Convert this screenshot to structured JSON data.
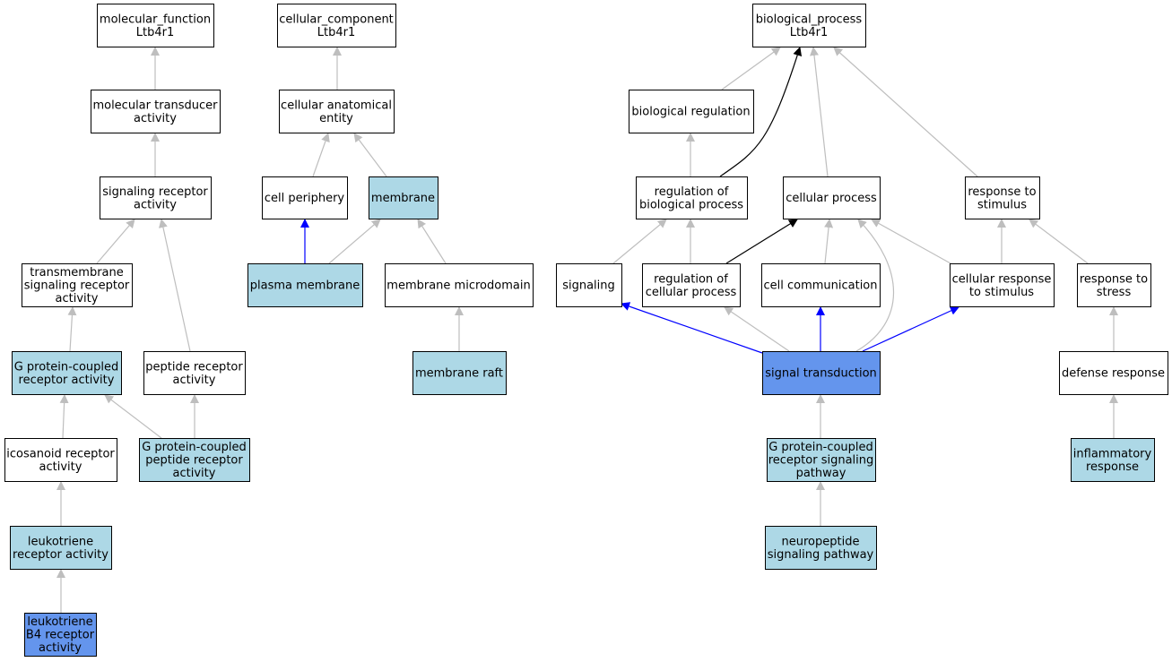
{
  "colors": {
    "plain": "#ffffff",
    "highlight": "#add8e6",
    "primary": "#6495ed",
    "edge_gray": "#bebebe",
    "edge_black": "#000000",
    "edge_blue": "#0000ff"
  },
  "nodes": {
    "mf_root": {
      "lines": [
        "molecular_function",
        "Ltb4r1"
      ],
      "style": "plain"
    },
    "mol_transducer": {
      "lines": [
        "molecular transducer",
        "activity"
      ],
      "style": "plain"
    },
    "sig_receptor": {
      "lines": [
        "signaling receptor",
        "activity"
      ],
      "style": "plain"
    },
    "tm_sig_receptor": {
      "lines": [
        "transmembrane",
        "signaling receptor",
        "activity"
      ],
      "style": "plain"
    },
    "gpcr_activity": {
      "lines": [
        "G protein-coupled",
        "receptor activity"
      ],
      "style": "highlight"
    },
    "peptide_receptor": {
      "lines": [
        "peptide receptor",
        "activity"
      ],
      "style": "plain"
    },
    "icosanoid_receptor": {
      "lines": [
        "icosanoid receptor",
        "activity"
      ],
      "style": "plain"
    },
    "gpcr_peptide": {
      "lines": [
        "G protein-coupled",
        "peptide receptor",
        "activity"
      ],
      "style": "highlight"
    },
    "leuko_receptor": {
      "lines": [
        "leukotriene",
        "receptor activity"
      ],
      "style": "highlight"
    },
    "ltb4_receptor": {
      "lines": [
        "leukotriene",
        "B4 receptor",
        "activity"
      ],
      "style": "primary"
    },
    "cc_root": {
      "lines": [
        "cellular_component",
        "Ltb4r1"
      ],
      "style": "plain"
    },
    "anat_entity": {
      "lines": [
        "cellular anatomical",
        "entity"
      ],
      "style": "plain"
    },
    "cell_periphery": {
      "lines": [
        "cell periphery"
      ],
      "style": "plain"
    },
    "membrane": {
      "lines": [
        "membrane"
      ],
      "style": "highlight"
    },
    "plasma_membrane": {
      "lines": [
        "plasma membrane"
      ],
      "style": "highlight"
    },
    "membrane_microdomain": {
      "lines": [
        "membrane microdomain"
      ],
      "style": "plain"
    },
    "membrane_raft": {
      "lines": [
        "membrane raft"
      ],
      "style": "highlight"
    },
    "bp_root": {
      "lines": [
        "biological_process",
        "Ltb4r1"
      ],
      "style": "plain"
    },
    "bio_regulation": {
      "lines": [
        "biological regulation"
      ],
      "style": "plain"
    },
    "reg_bio_process": {
      "lines": [
        "regulation of",
        "biological process"
      ],
      "style": "plain"
    },
    "cellular_process": {
      "lines": [
        "cellular process"
      ],
      "style": "plain"
    },
    "response_stimulus": {
      "lines": [
        "response to",
        "stimulus"
      ],
      "style": "plain"
    },
    "signaling": {
      "lines": [
        "signaling"
      ],
      "style": "plain"
    },
    "reg_cell_process": {
      "lines": [
        "regulation of",
        "cellular process"
      ],
      "style": "plain"
    },
    "cell_communication": {
      "lines": [
        "cell communication"
      ],
      "style": "plain"
    },
    "cell_response_stimulus": {
      "lines": [
        "cellular response",
        "to stimulus"
      ],
      "style": "plain"
    },
    "response_stress": {
      "lines": [
        "response to",
        "stress"
      ],
      "style": "plain"
    },
    "signal_transduction": {
      "lines": [
        "signal transduction"
      ],
      "style": "primary"
    },
    "defense_response": {
      "lines": [
        "defense response"
      ],
      "style": "plain"
    },
    "gpcr_pathway": {
      "lines": [
        "G protein-coupled",
        "receptor signaling",
        "pathway"
      ],
      "style": "highlight"
    },
    "inflammatory_response": {
      "lines": [
        "inflammatory",
        "response"
      ],
      "style": "highlight"
    },
    "neuropeptide_pathway": {
      "lines": [
        "neuropeptide",
        "signaling pathway"
      ],
      "style": "highlight"
    }
  },
  "edges": [
    {
      "from": "mol_transducer",
      "to": "mf_root",
      "color": "edge_gray"
    },
    {
      "from": "sig_receptor",
      "to": "mol_transducer",
      "color": "edge_gray"
    },
    {
      "from": "tm_sig_receptor",
      "to": "sig_receptor",
      "color": "edge_gray"
    },
    {
      "from": "peptide_receptor",
      "to": "sig_receptor",
      "color": "edge_gray"
    },
    {
      "from": "gpcr_activity",
      "to": "tm_sig_receptor",
      "color": "edge_gray"
    },
    {
      "from": "icosanoid_receptor",
      "to": "gpcr_activity",
      "color": "edge_gray"
    },
    {
      "from": "gpcr_peptide",
      "to": "gpcr_activity",
      "color": "edge_gray"
    },
    {
      "from": "gpcr_peptide",
      "to": "peptide_receptor",
      "color": "edge_gray"
    },
    {
      "from": "leuko_receptor",
      "to": "icosanoid_receptor",
      "color": "edge_gray"
    },
    {
      "from": "ltb4_receptor",
      "to": "leuko_receptor",
      "color": "edge_gray"
    },
    {
      "from": "anat_entity",
      "to": "cc_root",
      "color": "edge_gray"
    },
    {
      "from": "cell_periphery",
      "to": "anat_entity",
      "color": "edge_gray"
    },
    {
      "from": "membrane",
      "to": "anat_entity",
      "color": "edge_gray"
    },
    {
      "from": "plasma_membrane",
      "to": "cell_periphery",
      "color": "edge_blue"
    },
    {
      "from": "plasma_membrane",
      "to": "membrane",
      "color": "edge_gray"
    },
    {
      "from": "membrane_microdomain",
      "to": "membrane",
      "color": "edge_gray"
    },
    {
      "from": "membrane_raft",
      "to": "membrane_microdomain",
      "color": "edge_gray"
    },
    {
      "from": "bio_regulation",
      "to": "bp_root",
      "color": "edge_gray"
    },
    {
      "from": "reg_bio_process",
      "to": "bp_root",
      "color": "edge_black"
    },
    {
      "from": "cellular_process",
      "to": "bp_root",
      "color": "edge_gray"
    },
    {
      "from": "response_stimulus",
      "to": "bp_root",
      "color": "edge_gray"
    },
    {
      "from": "reg_bio_process",
      "to": "bio_regulation",
      "color": "edge_gray"
    },
    {
      "from": "signaling",
      "to": "reg_bio_process",
      "color": "edge_gray"
    },
    {
      "from": "reg_cell_process",
      "to": "reg_bio_process",
      "color": "edge_gray"
    },
    {
      "from": "reg_cell_process",
      "to": "cellular_process",
      "color": "edge_black"
    },
    {
      "from": "cell_communication",
      "to": "cellular_process",
      "color": "edge_gray"
    },
    {
      "from": "cell_response_stimulus",
      "to": "cellular_process",
      "color": "edge_gray"
    },
    {
      "from": "signal_transduction",
      "to": "cellular_process",
      "color": "edge_gray"
    },
    {
      "from": "cell_response_stimulus",
      "to": "response_stimulus",
      "color": "edge_gray"
    },
    {
      "from": "response_stress",
      "to": "response_stimulus",
      "color": "edge_gray"
    },
    {
      "from": "signal_transduction",
      "to": "signaling",
      "color": "edge_blue"
    },
    {
      "from": "signal_transduction",
      "to": "reg_cell_process",
      "color": "edge_gray"
    },
    {
      "from": "signal_transduction",
      "to": "cell_communication",
      "color": "edge_blue"
    },
    {
      "from": "signal_transduction",
      "to": "cell_response_stimulus",
      "color": "edge_blue"
    },
    {
      "from": "defense_response",
      "to": "response_stress",
      "color": "edge_gray"
    },
    {
      "from": "gpcr_pathway",
      "to": "signal_transduction",
      "color": "edge_gray"
    },
    {
      "from": "inflammatory_response",
      "to": "defense_response",
      "color": "edge_gray"
    },
    {
      "from": "neuropeptide_pathway",
      "to": "gpcr_pathway",
      "color": "edge_gray"
    }
  ]
}
